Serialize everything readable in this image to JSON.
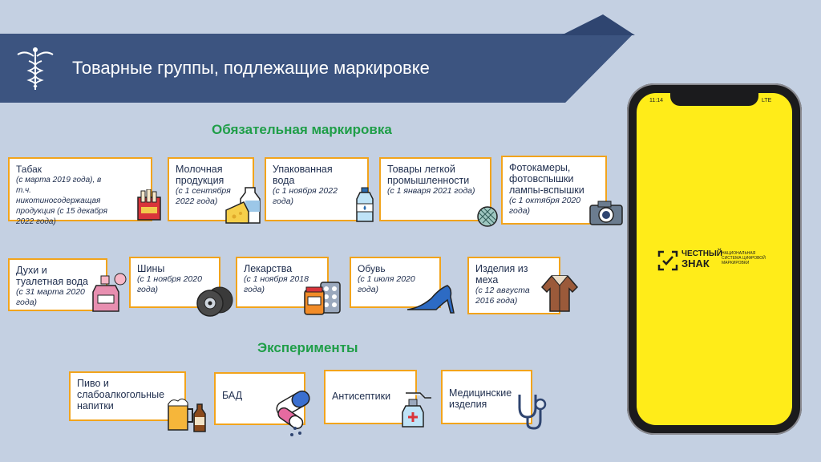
{
  "header": {
    "title": "Товарные группы, подлежащие маркировке"
  },
  "sections": {
    "mandatory": "Обязательная маркировка",
    "experiments": "Эксперименты"
  },
  "mandatory_row1": [
    {
      "title": "Табак",
      "subtitle": "(с марта 2019 года), в т.ч. никотиносодержащая продукция (с 15 декабря 2022 года)",
      "icon": "cigarettes-icon"
    },
    {
      "title": "Молочная продукция",
      "subtitle": "(с 1 сентября 2022 года)",
      "icon": "milk-cheese-icon"
    },
    {
      "title": "Упакованная вода",
      "subtitle": "(с 1 ноября 2022 года)",
      "icon": "water-bottle-icon"
    },
    {
      "title": "Товары легкой промышленности",
      "subtitle": "(с 1 января 2021 года)",
      "icon": "fabric-icon"
    },
    {
      "title": "Фотокамеры, фотовспышки лампы-вспышки",
      "subtitle": "(с 1 октября 2020 года)",
      "icon": "camera-icon"
    }
  ],
  "mandatory_row2": [
    {
      "title": "Духи и туалетная вода",
      "subtitle": "(с 31 марта 2020 года)",
      "icon": "perfume-icon"
    },
    {
      "title": "Шины",
      "subtitle": "(с 1 ноября 2020 года)",
      "icon": "tires-icon"
    },
    {
      "title": "Лекарства",
      "subtitle": "(с 1 ноября 2018 года)",
      "icon": "medicine-icon"
    },
    {
      "title": "Обувь",
      "subtitle": "(с 1 июля 2020 года)",
      "icon": "high-heel-icon"
    },
    {
      "title": "Изделия из меха",
      "subtitle": "(с 12 августа 2016 года)",
      "icon": "fur-coat-icon"
    }
  ],
  "experiments": [
    {
      "title": "Пиво и слабоалкогольные напитки",
      "icon": "beer-icon"
    },
    {
      "title": "БАД",
      "icon": "pills-icon"
    },
    {
      "title": "Антисептики",
      "icon": "spray-bottle-icon"
    },
    {
      "title": "Медицинские изделия",
      "icon": "stethoscope-icon"
    }
  ],
  "phone": {
    "time": "11:14",
    "status": "LTE",
    "logo_line1": "ЧЕСТНЫЙ",
    "logo_line2": "ЗНАК",
    "logo_sub": "НАЦИОНАЛЬНАЯ СИСТЕМА ЦИФРОВОЙ МАРКИРОВКИ"
  },
  "colors": {
    "background": "#c4d0e2",
    "banner": "#3c5480",
    "card_border": "#f2a41c",
    "section": "#1f9e48",
    "phone_screen": "#ffec19"
  }
}
